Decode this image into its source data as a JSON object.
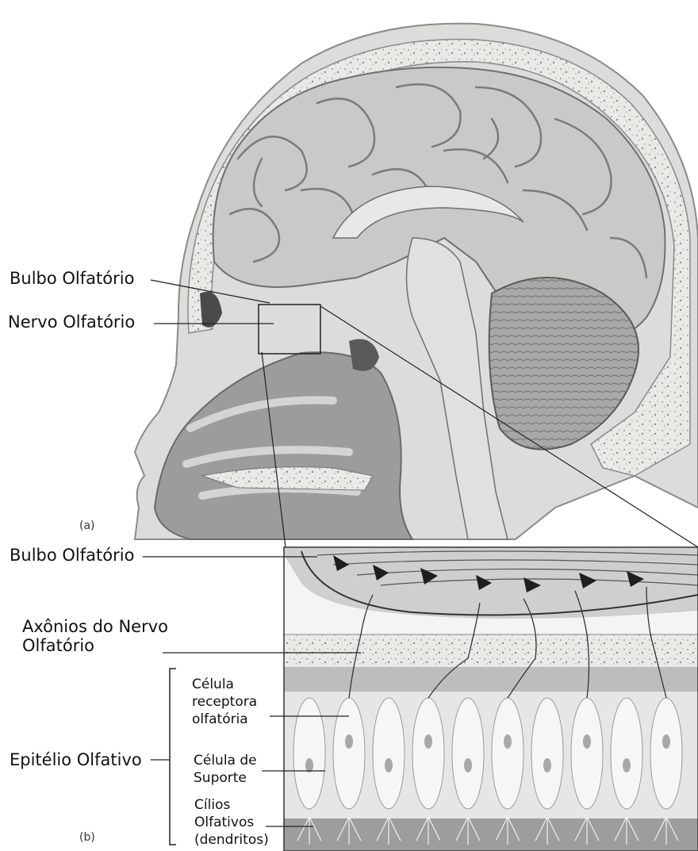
{
  "labels": {
    "bulbo_top": "Bulbo Olfatório",
    "nervo_top": "Nervo Olfatório",
    "panel_a": "(a)",
    "bulbo_bottom": "Bulbo Olfatório",
    "axonios": "Axônios do Nervo Olfatório",
    "celula_receptora": "Célula receptora olfatória",
    "epitelio": "Epitélio Olfativo",
    "celula_suporte": "Célula de Suporte",
    "cilios": "Cílios Olfativos (dendritos)",
    "panel_b": "(b)"
  }
}
